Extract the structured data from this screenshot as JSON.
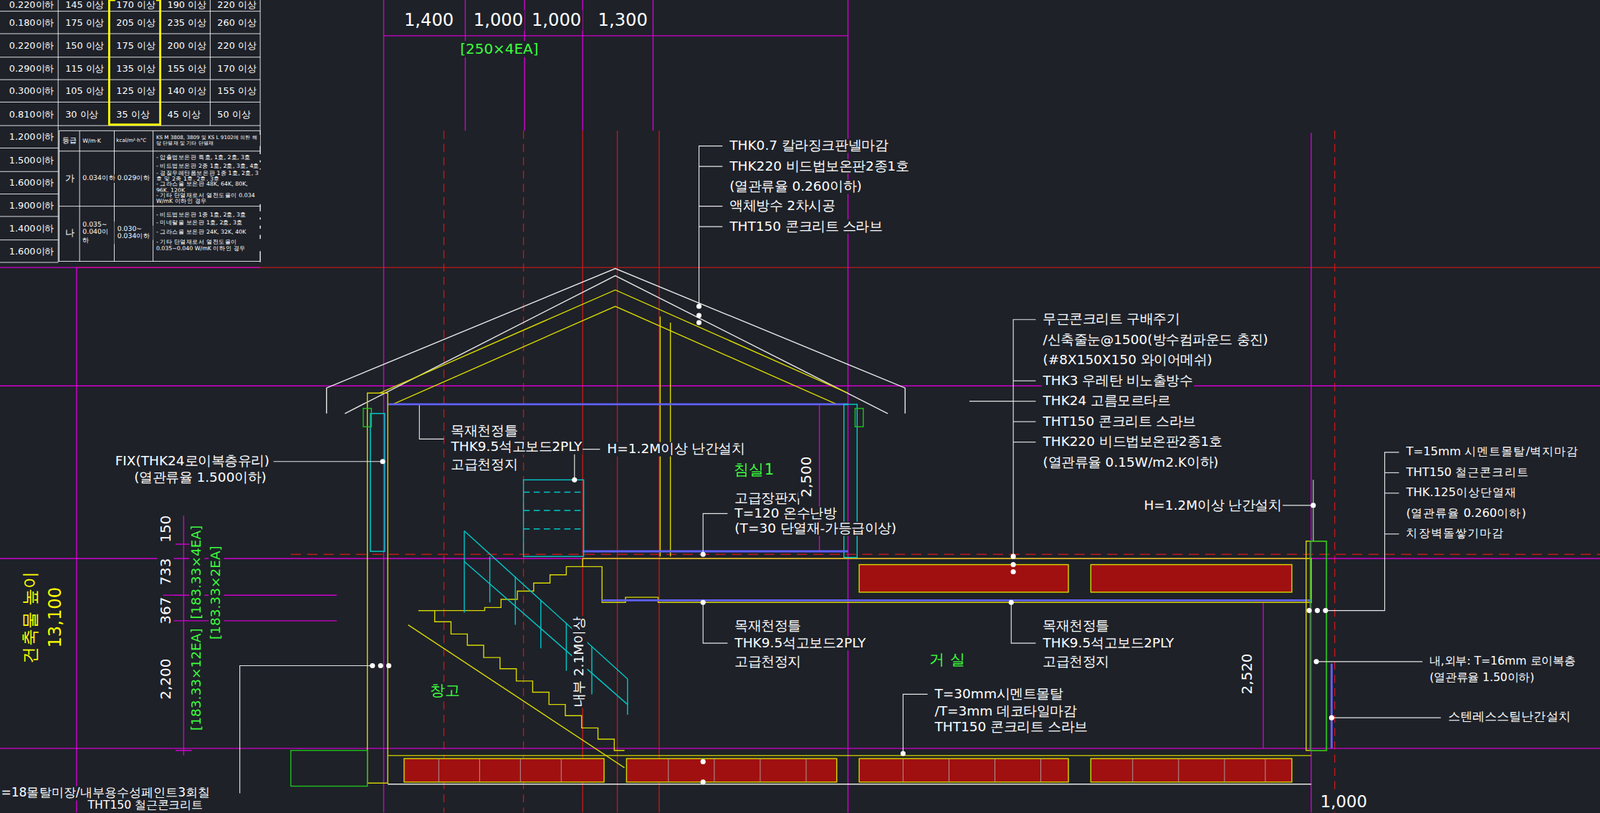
{
  "diagram": {
    "labels": [
      "1,400",
      "1,000",
      "1,000",
      "1,300",
      "[250×4EA]",
      "0.220이하",
      "145 이상",
      "170 이상",
      "190 이상",
      "220 이상",
      "0.180이하",
      "175 이상",
      "205 이상",
      "235 이상",
      "260 이상",
      "0.220이하",
      "150 이상",
      "175 이상",
      "200 이상",
      "220 이상",
      "0.290이하",
      "115 이상",
      "135 이상",
      "155 이상",
      "170 이상",
      "0.300이하",
      "105 이상",
      "125 이상",
      "140 이상",
      "155 이상",
      "0.810이하",
      "30 이상",
      "35 이상",
      "45 이상",
      "50 이상",
      "1.200이하",
      "1.500이하",
      "1.600이하",
      "1.900이하",
      "1.400이하",
      "1.600이하",
      "등급",
      "W/m·K",
      "kcal/m²·h°C",
      "KS M 3808, 3809 및 KS L 9102에 의한 해당 단열재 및 기타 단열재",
      "가",
      "0.034이하",
      "0.029이하",
      "- 압출법보온판 특호, 1호, 2호, 3호",
      "- 비드법보온판 2종 1호, 2호, 3호, 4호",
      "- 경질우레탄폼보온판 1종 1호, 2호, 3호 및 2종 1호, 2호, 3호",
      "- 그라스울 보온판 48K, 64K, 80K, 96K, 120K",
      "- 기타 단열재로서 열전도율이 0.034 W/mK 이하인 경우",
      "나",
      "0.035~ 0.040이하",
      "0.030~ 0.034이하",
      "- 비드법보온판 1종 1호, 2호, 3호",
      "- 미네랄울 보온판 1호, 2호, 3호",
      "- 그라스울 보온판 24K, 32K, 40K",
      "- 기타 단열재로서 열전도율이 0.035~0.040 W/mK 이하인 경우",
      "THK0.7 칼라징크판넬마감",
      "THK220 비드법보온판2종1호",
      "(열관류율 0.260이하)",
      "액체방수 2차시공",
      "THT150 콘크리트 스라브",
      "무근콘크리트 구배주기",
      "/신축줄눈@1500(방수컴파운드 충진)",
      "(#8X150X150 와이어메쉬)",
      "THK3 우레탄 비노출방수",
      "THK24 고름모르타르",
      "THT150 콘크리트 스라브",
      "THK220 비드법보온판2종1호",
      "(열관류율 0.15W/m2.K이하)",
      "T=15mm 시멘트몰탈/벽지마감",
      "THT150 철근콘크리트",
      "THK.125이상단열재",
      "(열관류율 0.260이하)",
      "치장벽돌쌓기마감",
      "H=1.2M이상 난간설치",
      "H=1.2M이상 난간설치",
      "목재천정틀",
      "THK9.5석고보드2PLY",
      "고급천정지",
      "목재천정틀",
      "THK9.5석고보드2PLY",
      "고급천정지",
      "목재천정틀",
      "THK9.5석고보드2PLY",
      "고급천정지",
      "고급장판지",
      "T=120 온수난방",
      "(T=30 단열재-가등급이상)",
      "침실1",
      "거 실",
      "창고",
      "2,500",
      "2,520",
      "FIX(THK24로이복층유리)",
      "(열관류율 1.500이하)",
      "내,외부: T=16mm 로이복층",
      "(열관류율 1.50이하)",
      "스텐레스스틸난간설치",
      "T=30mm시멘트몰탈",
      "/T=3mm 데코타일마감",
      "THT150 콘크리트 스라브",
      "150",
      "733",
      "367",
      "2,200",
      "[183.33×4EA]",
      "[183.33×2EA]",
      "[183.33×12EA]",
      "건축물 높이",
      "13,100",
      "내부 2.1M이상",
      "=18몰탈미장/내부용수성페인트3회칠",
      "THT150 철근콘크리트",
      "1,000"
    ]
  }
}
